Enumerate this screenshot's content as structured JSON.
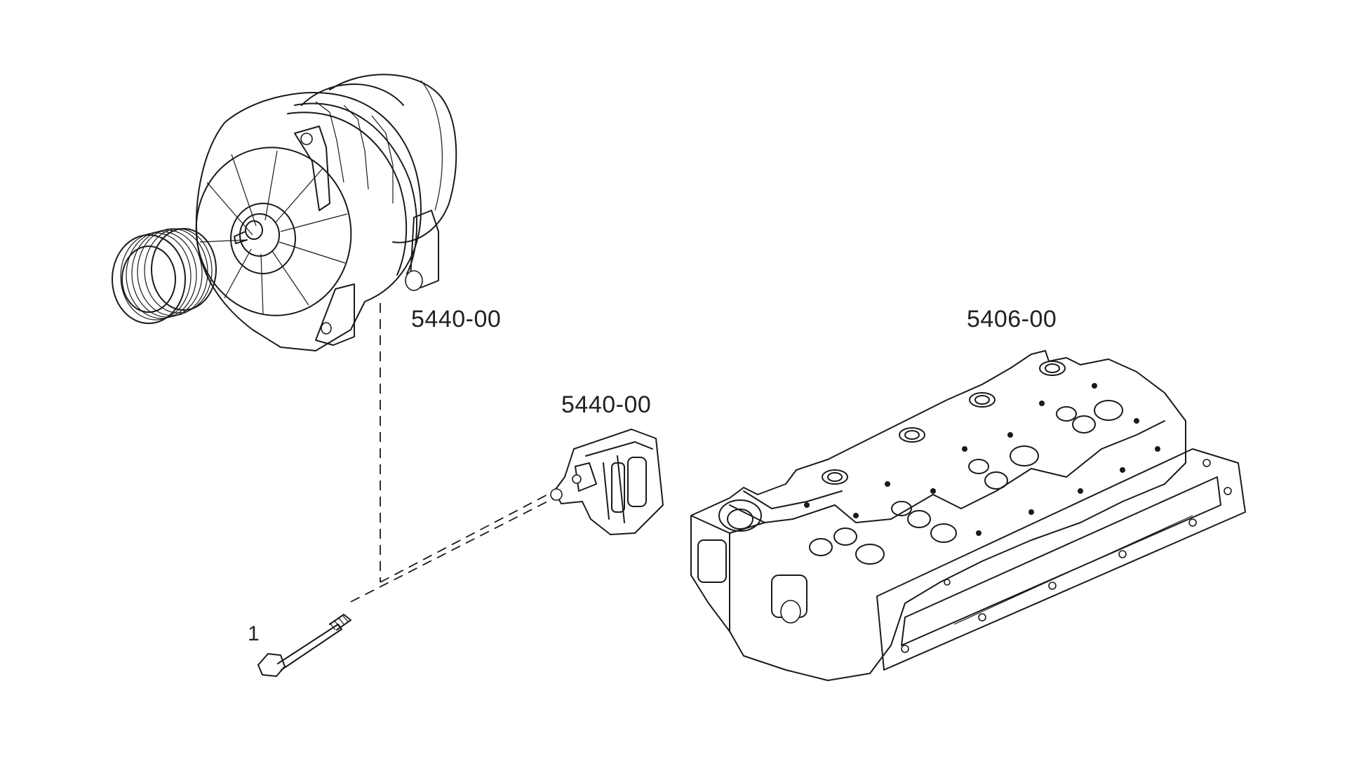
{
  "callouts": {
    "alternator": "5440-00",
    "bracket": "5440-00",
    "cylinder_head": "5406-00",
    "bolt": "1"
  },
  "colors": {
    "background": "#ffffff",
    "line": "#1a1a1a"
  }
}
